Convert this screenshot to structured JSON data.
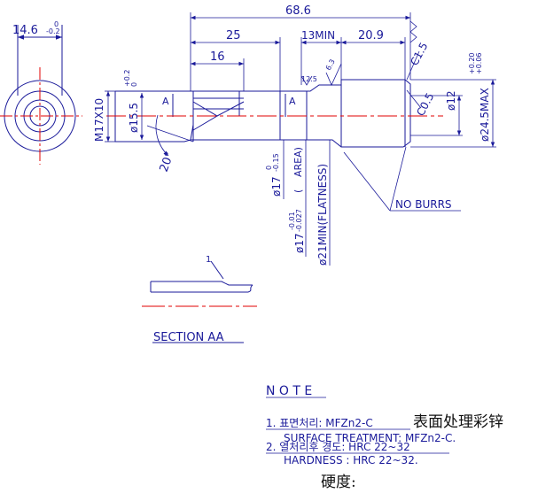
{
  "colors": {
    "outline": "#1a1a9a",
    "dimension": "#1a1a9a",
    "centerline": "#e00000",
    "cjk_text": "#111111"
  },
  "end_view": {
    "width_dim": "14.6",
    "width_tol_upper": "0",
    "width_tol_lower": "-0.2"
  },
  "dims": {
    "overall_length": "68.6",
    "thread_length": "25",
    "bore_length": "16",
    "min_length": "13MIN",
    "shoulder_length": "20.9",
    "chamfer_c15": "C1.5",
    "chamfer_c05": "C0.5",
    "roughness_1": "12.5",
    "roughness_2": "6.3",
    "thread": "M17X10",
    "bore_dia": "ø15.5",
    "bore_tol_upper": "+0.2",
    "bore_tol_lower": "0",
    "dia_12": "ø12",
    "dia_12_tol_upper": "+0.20",
    "dia_12_tol_lower": "+0.06",
    "dia_245": "ø24.5MAX",
    "angle": "20°",
    "dia_17_a": "ø17",
    "dia_17_a_tol_upper": "0",
    "dia_17_a_tol_lower": "-0.15",
    "dia_17_a_note": "(",
    "dia_17_a_area": "AREA)",
    "dia_17_b": "ø17",
    "dia_17_b_tol_upper": "-0.01",
    "dia_17_b_tol_lower": "-0.027",
    "dia_21": "ø21MIN(FLATNESS)",
    "section_marker_left": "A",
    "section_marker_right": "A",
    "no_burrs": "NO BURRS"
  },
  "section": {
    "title": "SECTION AA",
    "callout": "1"
  },
  "notes": {
    "heading": "N O T E",
    "item1_kr": "1. 표면처리: MFZn2-C",
    "item1_cn": "表面处理彩锌",
    "item1_en": "SURFACE TREATMENT: MFZn2-C.",
    "item2_kr": "2. 열처리후 경도: HRC 22~32",
    "item2_en": "HARDNESS : HRC 22~32.",
    "item2_cn": "硬度:"
  }
}
